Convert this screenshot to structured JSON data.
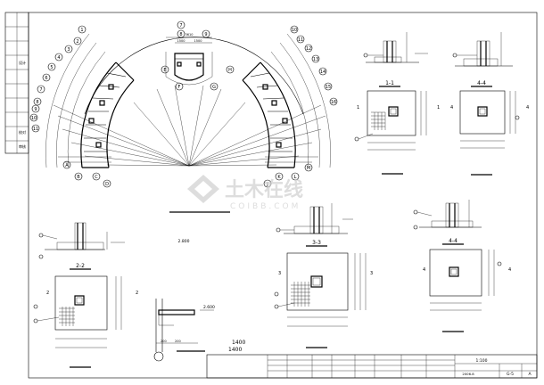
{
  "watermark": {
    "cn": "土木在线",
    "en": "COIBB.COM",
    "color": "#cfcfcf"
  },
  "plan": {
    "left_axes": [
      "1",
      "2",
      "3",
      "4",
      "5",
      "6",
      "7",
      "8",
      "9",
      "10",
      "11"
    ],
    "bottom_axes": [
      "A",
      "B",
      "C",
      "D"
    ],
    "top_axes": [
      "E",
      "F",
      "G",
      "H"
    ],
    "right_axes": [
      "10",
      "11",
      "12",
      "13",
      "14",
      "15",
      "16"
    ],
    "right_bottom_axes": [
      "J",
      "K",
      "L",
      "M"
    ],
    "top_dims": [
      "3610",
      "1500",
      "1500"
    ],
    "elev_label": "2.800"
  },
  "details": [
    {
      "id": "d11",
      "title": "1-1",
      "mark": "1"
    },
    {
      "id": "d44a",
      "title": "4-4",
      "mark": "4"
    },
    {
      "id": "d22",
      "title": "2-2",
      "mark": "2"
    },
    {
      "id": "d33",
      "title": "3-3",
      "mark": "3"
    },
    {
      "id": "d44b",
      "title": "4-4",
      "mark": "4"
    }
  ],
  "stair": {
    "elev": "2.600",
    "dims": [
      "200",
      "200"
    ],
    "size_a": "1400",
    "size_b": "1400"
  },
  "title_block": {
    "scale": "1:100",
    "date": "2006.8",
    "sheet_no": "G-5",
    "rev": "A"
  },
  "left_strip": {
    "labels": [
      "设计",
      "校对",
      "审核"
    ]
  }
}
